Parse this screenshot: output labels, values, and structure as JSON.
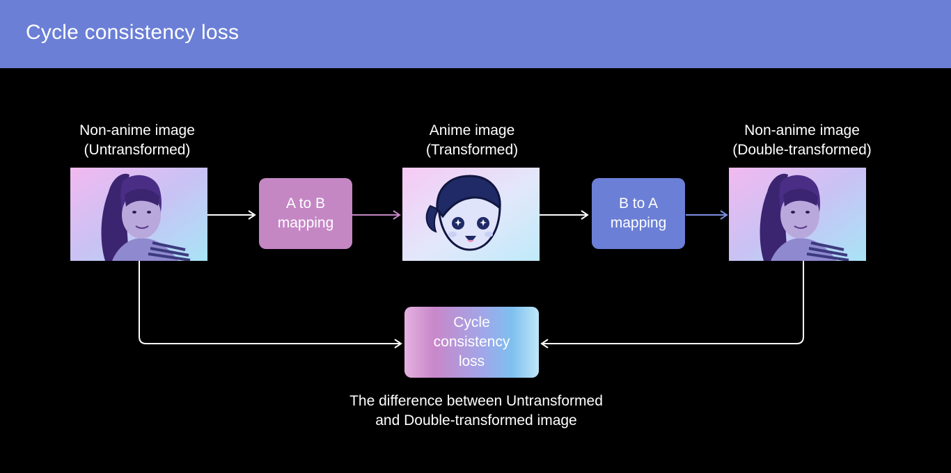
{
  "header": {
    "title": "Cycle consistency loss"
  },
  "nodes": {
    "source": {
      "line1": "Non-anime image",
      "line2": "(Untransformed)"
    },
    "anime": {
      "line1": "Anime image",
      "line2": "(Transformed)"
    },
    "double": {
      "line1": "Non-anime image",
      "line2": "(Double-transformed)"
    }
  },
  "mappings": {
    "a_to_b": {
      "line1": "A to B",
      "line2": "mapping",
      "color": "#c487c4"
    },
    "b_to_a": {
      "line1": "B to A",
      "line2": "mapping",
      "color": "#6b7fd6"
    }
  },
  "loss": {
    "line1": "Cycle",
    "line2": "consistency",
    "line3": "loss"
  },
  "caption": {
    "line1": "The difference between Untransformed",
    "line2": "and Double-transformed image"
  },
  "colors": {
    "header": "#6b7fd6",
    "background": "#000000",
    "arrow_pink": "#c487c4",
    "arrow_blue": "#6b7fd6",
    "arrow_white": "#ffffff"
  }
}
